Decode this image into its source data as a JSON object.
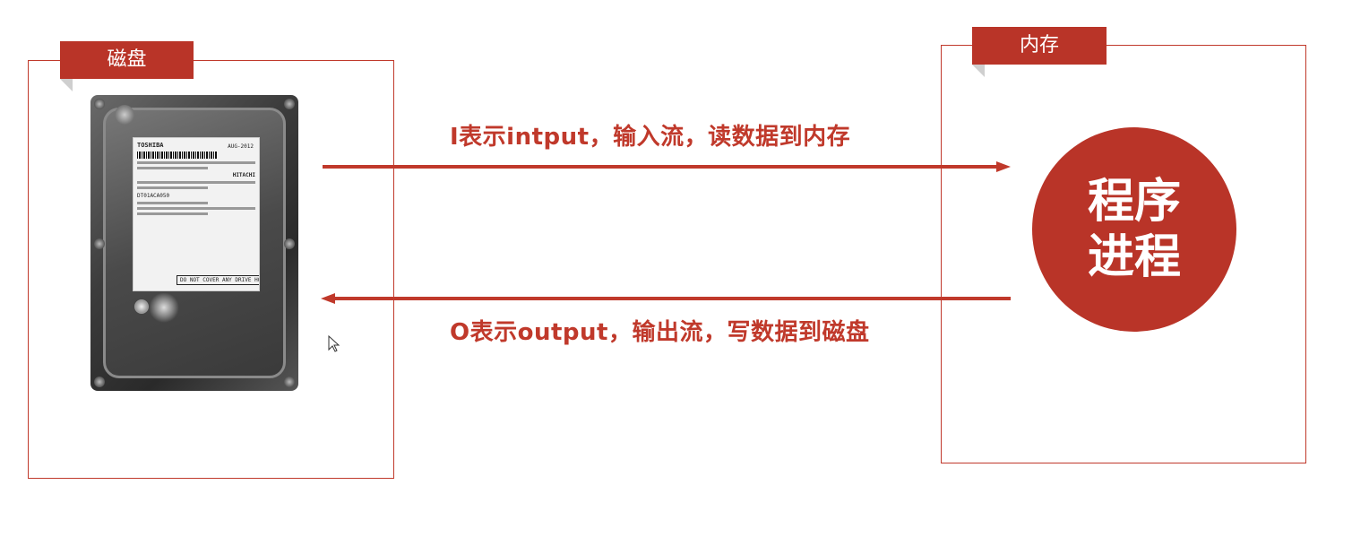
{
  "disk_panel": {
    "tab_label": "磁盘"
  },
  "memory_panel": {
    "tab_label": "内存"
  },
  "input_flow": {
    "label": "I表示intput，输入流，读数据到内存"
  },
  "output_flow": {
    "label": "O表示output，输出流，写数据到磁盘"
  },
  "process": {
    "line1": "程序",
    "line2": "进程"
  },
  "hdd": {
    "brand": "TOSHIBA",
    "date": "AUG-2012",
    "drive_name": "DT01ACA050",
    "vendor": "HITACHI",
    "warning": "DO NOT COVER ANY DRIVE HOLES"
  },
  "colors": {
    "accent": "#b93428",
    "arrow": "#c0392b"
  }
}
